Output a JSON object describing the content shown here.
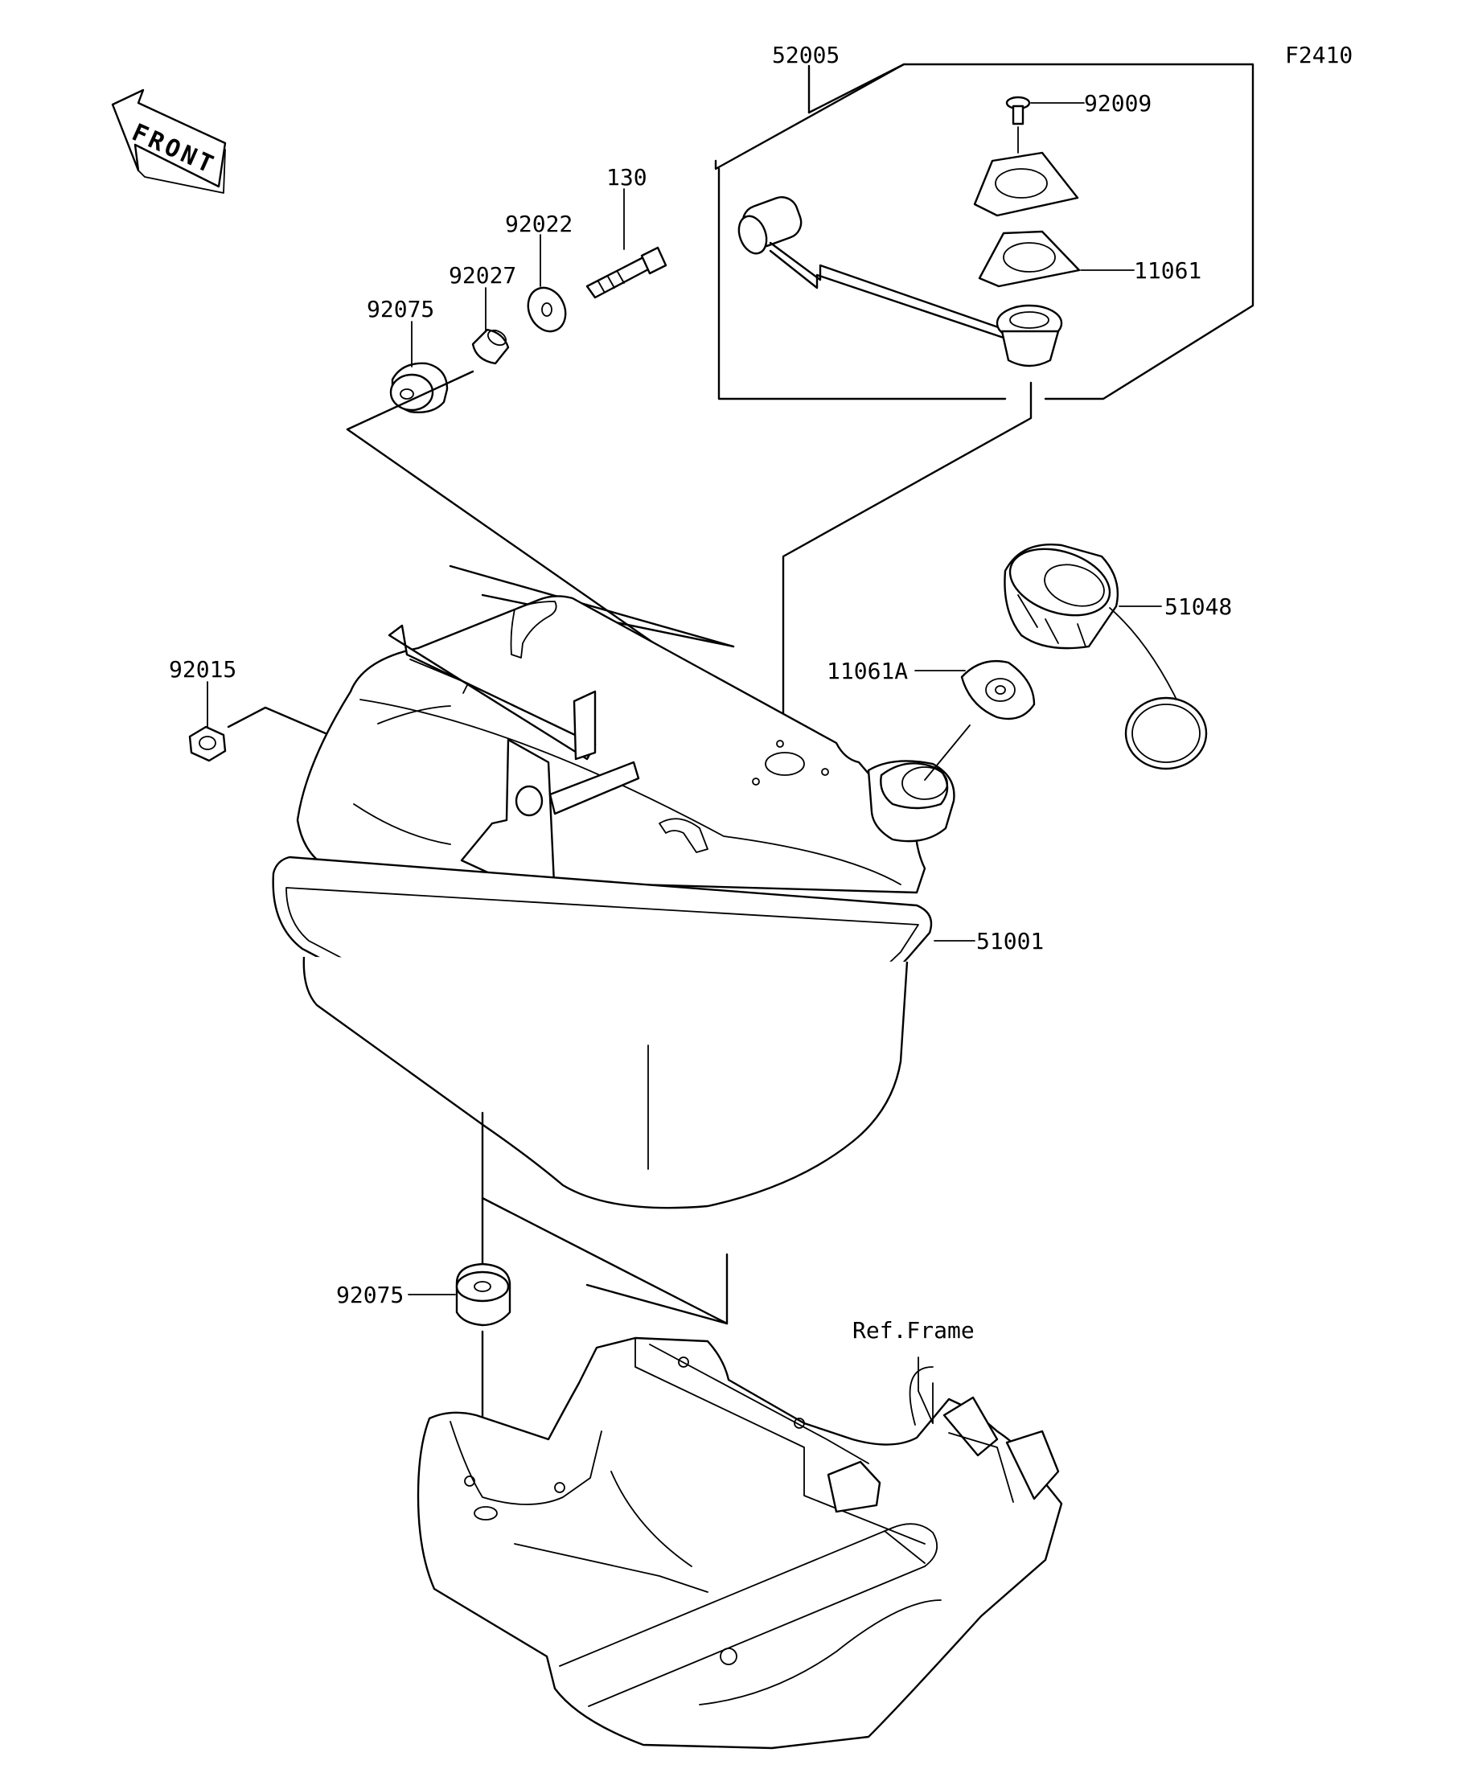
{
  "figure_code": "F2410",
  "front_label": "FRONT",
  "ref_frame_label": "Ref.Frame",
  "callouts": {
    "p52005": "52005",
    "p92009": "92009",
    "p11061": "11061",
    "p130": "130",
    "p92022": "92022",
    "p92027": "92027",
    "p92075_top": "92075",
    "p92015": "92015",
    "p11061A": "11061A",
    "p51048": "51048",
    "p51001": "51001",
    "p92075_bottom": "92075"
  }
}
